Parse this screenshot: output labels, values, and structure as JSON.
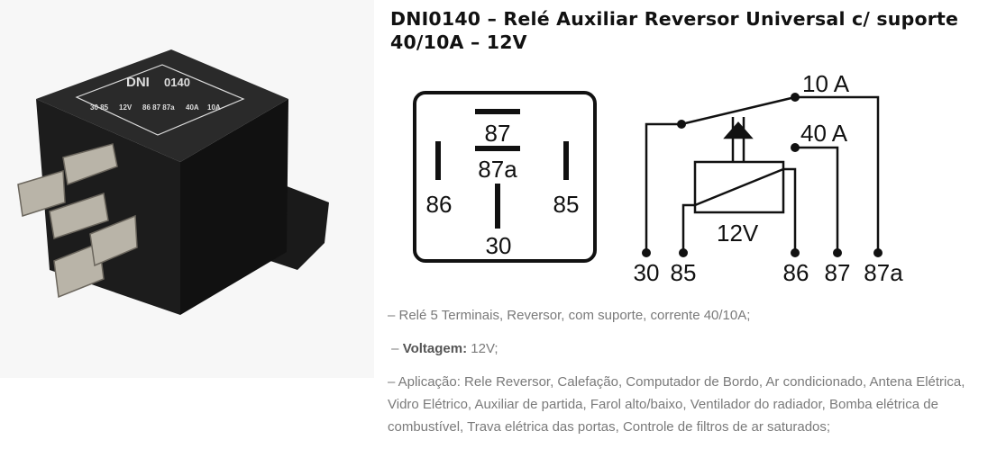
{
  "product": {
    "title": "DNI0140 – Relé Auxiliar Reversor Universal c/ suporte 40/10A – 12V",
    "photo_labels": {
      "brand": "DNI",
      "model": "0140",
      "left_pins": "30 85",
      "voltage": "12V",
      "right_pins": "86 87 87a",
      "amps_high": "40A",
      "amps_low": "10A"
    }
  },
  "pinout": {
    "top": "87",
    "middle": "87a",
    "left": "86",
    "right": "85",
    "bottom": "30"
  },
  "schematic": {
    "amp_low": "10 A",
    "amp_high": "40 A",
    "coil": "12V",
    "pins": [
      "30",
      "85",
      "86",
      "87",
      "87a"
    ]
  },
  "description": {
    "line1": "– Relé 5 Terminais, Reversor, com suporte, corrente 40/10A;",
    "voltage_prefix": "– ",
    "voltage_label": "Voltagem:",
    "voltage_value": " 12V;",
    "application": "– Aplicação: Rele Reversor, Calefação, Computador de Bordo, Ar condicionado, Antena Elétrica, Vidro Elétrico, Auxiliar de partida, Farol alto/baixo, Ventilador do radiador, Bomba elétrica de combustível, Trava elétrica das portas, Controle de filtros de ar saturados;"
  }
}
